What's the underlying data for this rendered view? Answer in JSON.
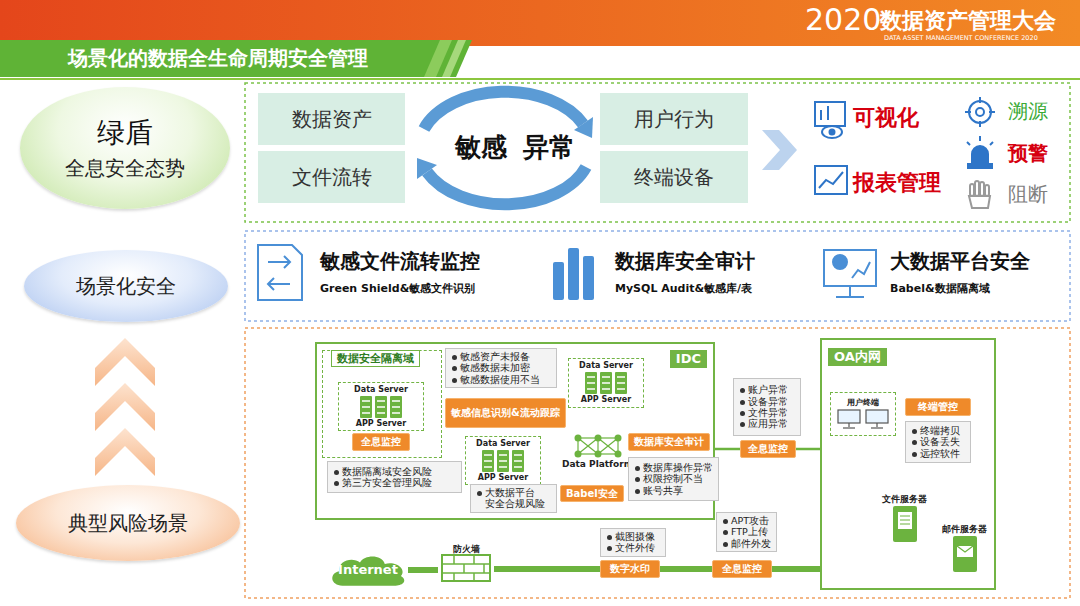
{
  "diagram": {
    "title": "场景化的数据全生命周期安全管理",
    "nodes": [
      {
        "text": [
          "绿盾",
          "全息安全态势"
        ]
      },
      {
        "text": [
          "场景化安全"
        ]
      },
      {
        "text": [
          "典型风险场景"
        ]
      },
      {
        "text": [
          "数据资产"
        ]
      },
      {
        "text": [
          "文件流转"
        ]
      },
      {
        "text": [
          "敏感",
          "异常"
        ]
      },
      {
        "text": [
          "用户行为"
        ]
      },
      {
        "text": [
          "终端设备"
        ]
      },
      {
        "text": [
          "IDC"
        ]
      },
      {
        "text": [
          "数据安全隔离域"
        ],
        "in": 8
      },
      {
        "text": [
          "Data Server",
          "APP Server"
        ],
        "in": 9
      },
      {
        "text": [
          "全息监控"
        ],
        "in": 9
      },
      {
        "text": [
          "数据隔离域安全风险",
          "第三方安全管理风险"
        ],
        "in": 8
      },
      {
        "text": [
          "敏感资产未报备",
          "敏感数据未加密",
          "敏感数据使用不当"
        ],
        "in": 8
      },
      {
        "text": [
          "敏感信息识别&流动跟踪"
        ],
        "in": 8
      },
      {
        "text": [
          "Data Server",
          "APP Server"
        ],
        "in": 8
      },
      {
        "text": [
          "Data Server",
          "APP Server"
        ],
        "in": 8
      },
      {
        "text": [
          "Data Platform"
        ],
        "in": 8
      },
      {
        "text": [
          "数据库安全审计"
        ],
        "in": 8
      },
      {
        "text": [
          "数据库操作异常",
          "权限控制不当",
          "账号共享"
        ],
        "in": 8
      },
      {
        "text": [
          "大数据平台 安全合规风险"
        ],
        "in": 8
      },
      {
        "text": [
          "Babel安全"
        ],
        "in": 8
      },
      {
        "text": [
          "账户异常",
          "设备异常",
          "文件异常",
          "应用异常"
        ]
      },
      {
        "text": [
          "全息监控"
        ]
      },
      {
        "text": [
          "OA内网"
        ]
      },
      {
        "text": [
          "用户终端"
        ],
        "in": 24
      },
      {
        "text": [
          "终端管控"
        ],
        "in": 24
      },
      {
        "text": [
          "终端拷贝",
          "设备丢失",
          "远控软件"
        ],
        "in": 24
      },
      {
        "text": [
          "文件服务器"
        ],
        "in": 24
      },
      {
        "text": [
          "邮件服务器"
        ],
        "in": 24
      },
      {
        "text": [
          "Internet"
        ]
      },
      {
        "text": [
          "防火墙"
        ]
      },
      {
        "text": [
          "截图摄像",
          "文件外传"
        ]
      },
      {
        "text": [
          "数字水印"
        ]
      },
      {
        "text": [
          "APT攻击",
          "FTP上传",
          "邮件外发"
        ]
      },
      {
        "text": [
          "全息监控"
        ]
      }
    ],
    "edges": [
      {
        "from": 30,
        "to": 31,
        "arrow": "none"
      },
      {
        "from": 31,
        "to": 33,
        "arrow": "none"
      },
      {
        "from": 33,
        "to": 35,
        "arrow": "none"
      },
      {
        "from": 35,
        "to": 29,
        "arrow": "none"
      },
      {
        "from": 8,
        "to": 23,
        "arrow": "none"
      },
      {
        "from": 23,
        "to": 24,
        "arrow": "none"
      },
      {
        "from": 15,
        "to": 17,
        "arrow": "none"
      },
      {
        "from": 16,
        "to": 17,
        "arrow": "none"
      }
    ],
    "labels": [
      "2020",
      "数据资产管理大会",
      "DATA ASSET MANAGEMENT CONFERENCE 2020",
      "可视化",
      "报表管理",
      "溯源",
      "预警",
      "阻断",
      "敏感文件流转监控",
      "Green Shield&敏感文件识别",
      "数据库安全审计",
      "MySQL Audit&敏感库/表",
      "大数据平台安全",
      "Babel&数据隔离域"
    ]
  }
}
